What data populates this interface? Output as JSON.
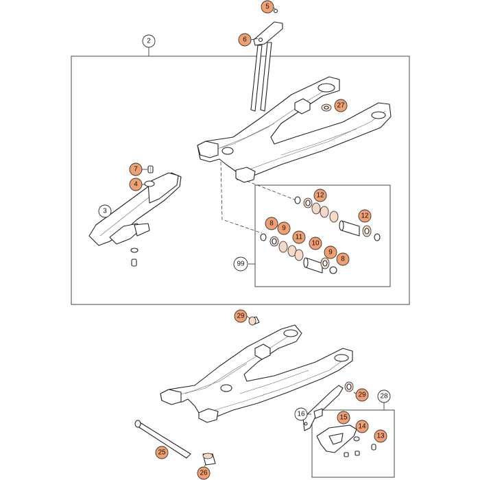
{
  "callouts": {
    "c2": "2",
    "c5": "5",
    "c6": "6",
    "c27": "27",
    "c7": "7",
    "c4": "4",
    "c3": "3",
    "c12a": "12",
    "c12b": "12",
    "c8a": "8",
    "c9a": "9",
    "c11": "11",
    "c10": "10",
    "c9b": "9",
    "c8b": "8",
    "c99": "99",
    "c29a": "29",
    "c29b": "29",
    "c28": "28",
    "c16": "16",
    "c15": "15",
    "c14": "14",
    "c13": "13",
    "c25": "25",
    "c26": "26"
  },
  "colors": {
    "highlight_fill": "#f0a070",
    "plain_fill": "#ffffff",
    "part_stroke": "#222222",
    "part_accent": "#f7d9c8"
  }
}
